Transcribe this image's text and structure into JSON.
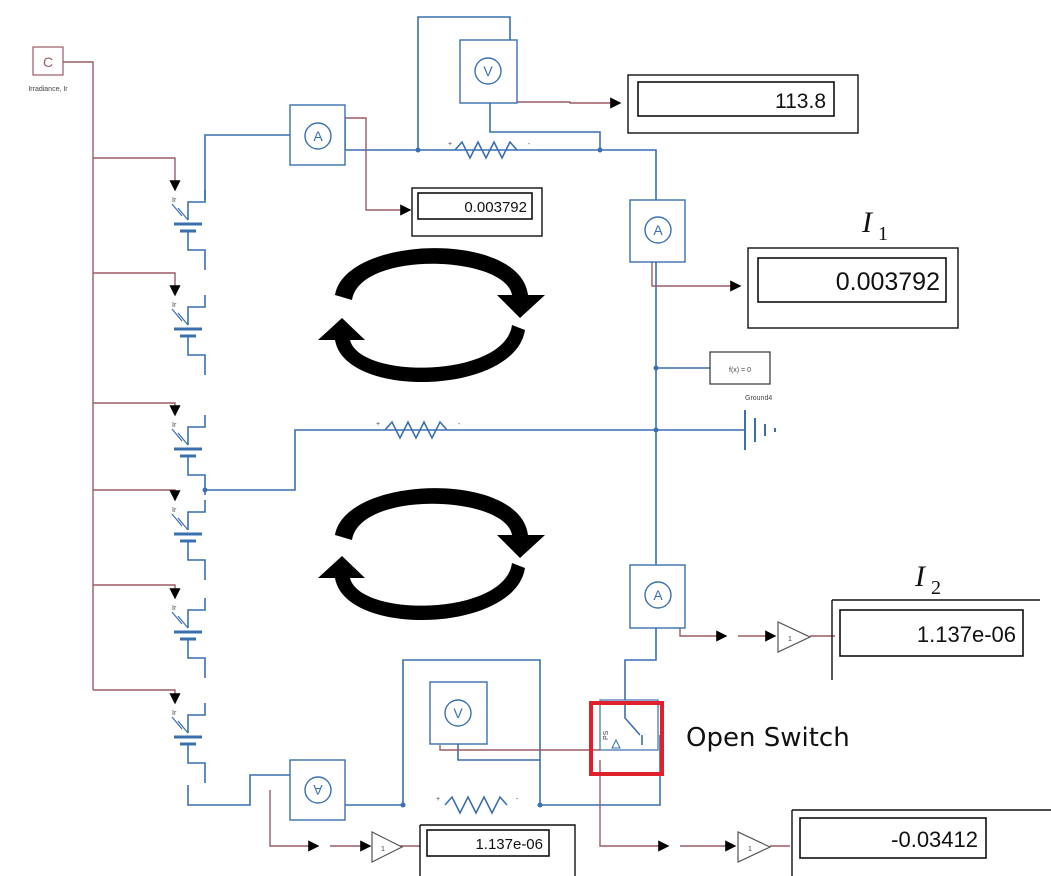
{
  "irradiance": {
    "symbol": "C",
    "label": "Irradiance, Ir"
  },
  "displays": {
    "voltage_top": "113.8",
    "current_left": "0.003792",
    "current_i1": "0.003792",
    "current_i2": "1.137e-06",
    "current_bottom": "1.137e-06",
    "voltage_bottom": "-0.03412"
  },
  "labels": {
    "i1_main": "I",
    "i1_sub": "1",
    "i2_main": "I",
    "i2_sub": "2",
    "open_switch": "Open Switch"
  },
  "solver": {
    "text": "f(x) = 0",
    "ground_label": "Ground4"
  },
  "gain": "1",
  "meter_symbols": {
    "ammeter": "A",
    "voltmeter": "V"
  },
  "port_labels": {
    "plus": "+",
    "minus": "-",
    "ir": "Ir",
    "ps": "PS"
  },
  "colors": {
    "wire_electrical": "#3a6fb0",
    "wire_signal": "#9a5b66",
    "highlight": "#e0202a",
    "arrow": "#000000"
  }
}
